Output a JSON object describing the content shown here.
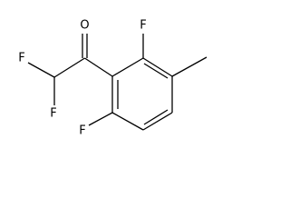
{
  "atoms": {
    "oxygen": "O",
    "fluorine_ring_top": "F",
    "fluorine_ring_bottom": "F",
    "fluorine_chain_left": "F",
    "fluorine_chain_bottom": "F"
  },
  "colors": {
    "bond": "#000000",
    "label": "#000000",
    "background": "#ffffff"
  }
}
